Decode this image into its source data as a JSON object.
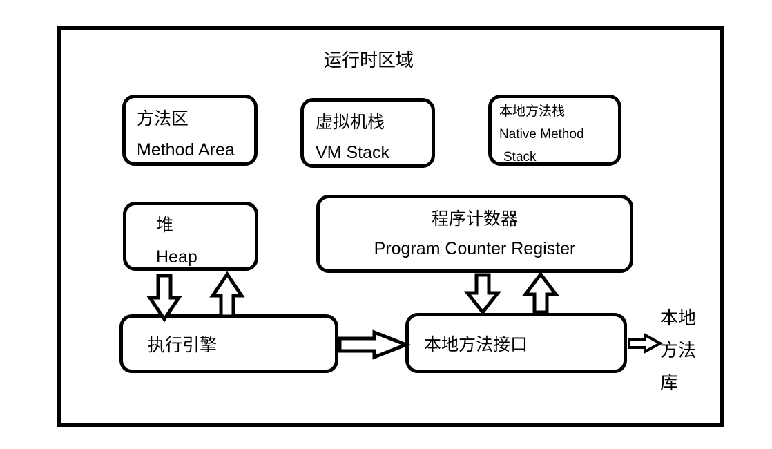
{
  "title": "运行时区域",
  "boxes": {
    "method_area": {
      "lines": [
        "方法区",
        "Method Area"
      ]
    },
    "vm_stack": {
      "lines": [
        "虚拟机栈",
        "VM Stack"
      ]
    },
    "native_method_stack": {
      "lines": [
        "本地方法栈",
        "Native Method",
        "Stack"
      ]
    },
    "heap": {
      "lines": [
        "堆",
        "Heap"
      ]
    },
    "program_counter_register": {
      "lines": [
        "程序计数器",
        "Program Counter Register"
      ]
    },
    "execution_engine": {
      "label": "执行引擎"
    },
    "native_method_interface": {
      "label": "本地方法接口"
    }
  },
  "external_label": {
    "lines": [
      "本地",
      "方法",
      "库"
    ]
  },
  "colors": {
    "ink": "#000000",
    "background": "#ffffff"
  }
}
